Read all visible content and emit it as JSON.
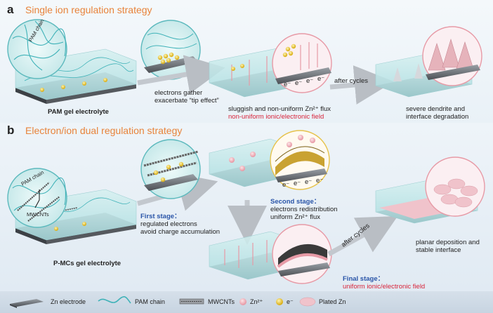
{
  "panel_a": {
    "letter": "a",
    "title": "Single ion regulation strategy",
    "inset_label": "PAM chain",
    "electrolyte_label": "PAM gel electrolyte",
    "step1": [
      "electrons gather",
      "exacerbate “tip effect”"
    ],
    "step2_line1": "sluggish and non-uniform Zn²⁺ flux",
    "step2_line2": "non-uniform ionic/electronic field",
    "cycles_label": "after cycles",
    "electron_symbol": "e⁻",
    "step3": [
      "severe dendrite and",
      "interface degradation"
    ]
  },
  "panel_b": {
    "letter": "b",
    "title": "Electron/ion dual regulation strategy",
    "inset_label_pam": "PAM chain",
    "inset_label_mwcnt": "MWCNTs",
    "electrolyte_label": "P-MCs gel electrolyte",
    "first_stage_title": "First stage：",
    "first_stage_lines": [
      "regulated  electrons",
      "avoid charge accumulation"
    ],
    "second_stage_title": "Second stage：",
    "second_stage_lines": [
      "electrons redistribution",
      "uniform Zn²⁺ flux"
    ],
    "cycles_label": "after cycles",
    "final_stage_title": "Final stage：",
    "final_stage_line": "uniform ionic/electronic field",
    "result_lines": [
      "planar deposition and",
      "stable interface"
    ]
  },
  "legend": {
    "zn_electrode": "Zn electrode",
    "pam_chain": "PAM chain",
    "mwcnts": "MWCNTs",
    "zn2": "Zn²⁺",
    "electron": "e⁻",
    "plated_zn": "Plated Zn"
  },
  "colors": {
    "title_orange": "#e8833a",
    "red_text": "#d8243a",
    "blue_text": "#2a55a8",
    "gel_teal": "#8ed3d6",
    "zn_ion_pink": "#f2b8c0",
    "electron_yellow": "#f3d23a"
  }
}
